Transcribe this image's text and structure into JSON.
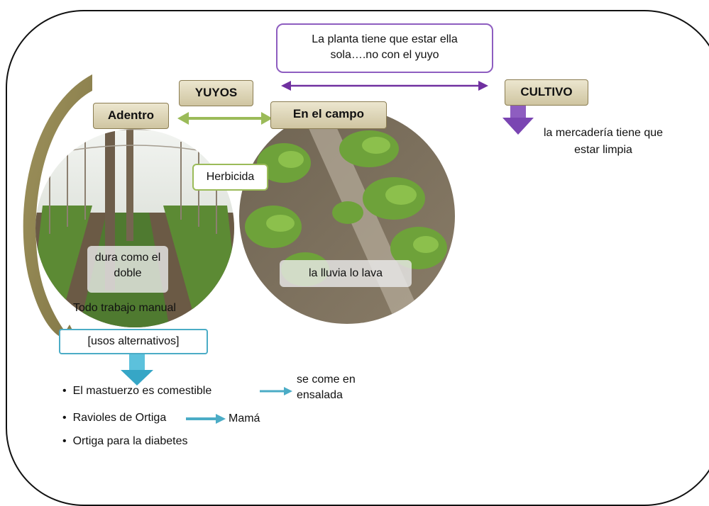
{
  "labels": {
    "yuyos": "YUYOS",
    "adentro": "Adentro",
    "en_el_campo": "En el campo",
    "cultivo": "CULTIVO"
  },
  "callouts": {
    "planta": "La planta tiene que estar ella sola….no con el yuyo",
    "herbicida": "Herbicida",
    "usos": "[usos alternativos]"
  },
  "texts": {
    "mercaderia": "la mercadería tiene que estar limpia",
    "dura": "dura como el doble",
    "lluvia": "la lluvia lo lava",
    "manual": "Todo trabajo manual",
    "ensalada": "se come en ensalada",
    "mama": "Mamá"
  },
  "bullets": [
    "El mastuerzo es comestible",
    "Ravioles de Ortiga",
    "Ortiga para la diabetes"
  ],
  "colors": {
    "green_arrow": "#9bbb59",
    "purple_arrow": "#7030a0",
    "cyan": "#4bacc6",
    "olive_arrow": "#938953"
  }
}
